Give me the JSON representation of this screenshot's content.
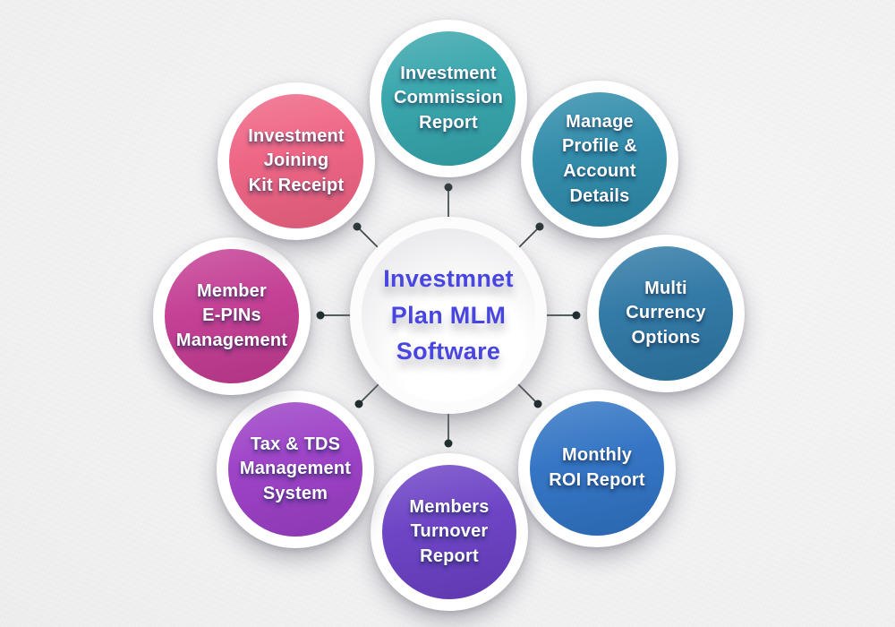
{
  "diagram": {
    "title": "Investment Plan MLM Software feature diagram",
    "center": {
      "label": "Investmnet\nPlan MLM\nSoftware",
      "text_color": "#4845e0"
    },
    "nodes": [
      {
        "id": "investment-commission-report",
        "position": "top",
        "label": "Investment\nCommission\nReport",
        "color": "#34a4ab"
      },
      {
        "id": "manage-profile-account-details",
        "position": "top-right",
        "label": "Manage\nProfile &\nAccount\nDetails",
        "color": "#2d8aa9"
      },
      {
        "id": "multi-currency-options",
        "position": "right",
        "label": "Multi\nCurrency\nOptions",
        "color": "#2d77a4"
      },
      {
        "id": "monthly-roi-report",
        "position": "bottom-right",
        "label": "Monthly\nROI Report",
        "color": "#2f72c3"
      },
      {
        "id": "members-turnover-report",
        "position": "bottom",
        "label": "Members\nTurnover\nReport",
        "color": "#6a3fc4"
      },
      {
        "id": "tax-tds-management-system",
        "position": "bottom-left",
        "label": "Tax & TDS\nManagement\nSystem",
        "color": "#9b3ec6"
      },
      {
        "id": "member-epins-management",
        "position": "left",
        "label": "Member\nE-PINs\nManagement",
        "color": "#c33b92"
      },
      {
        "id": "investment-joining-kit-receipt",
        "position": "top-left",
        "label": "Investment\nJoining\nKit Receipt",
        "color": "#ee6282"
      }
    ],
    "connector_color": "#3c4747",
    "connector_dot_color": "#1d2b2b"
  }
}
